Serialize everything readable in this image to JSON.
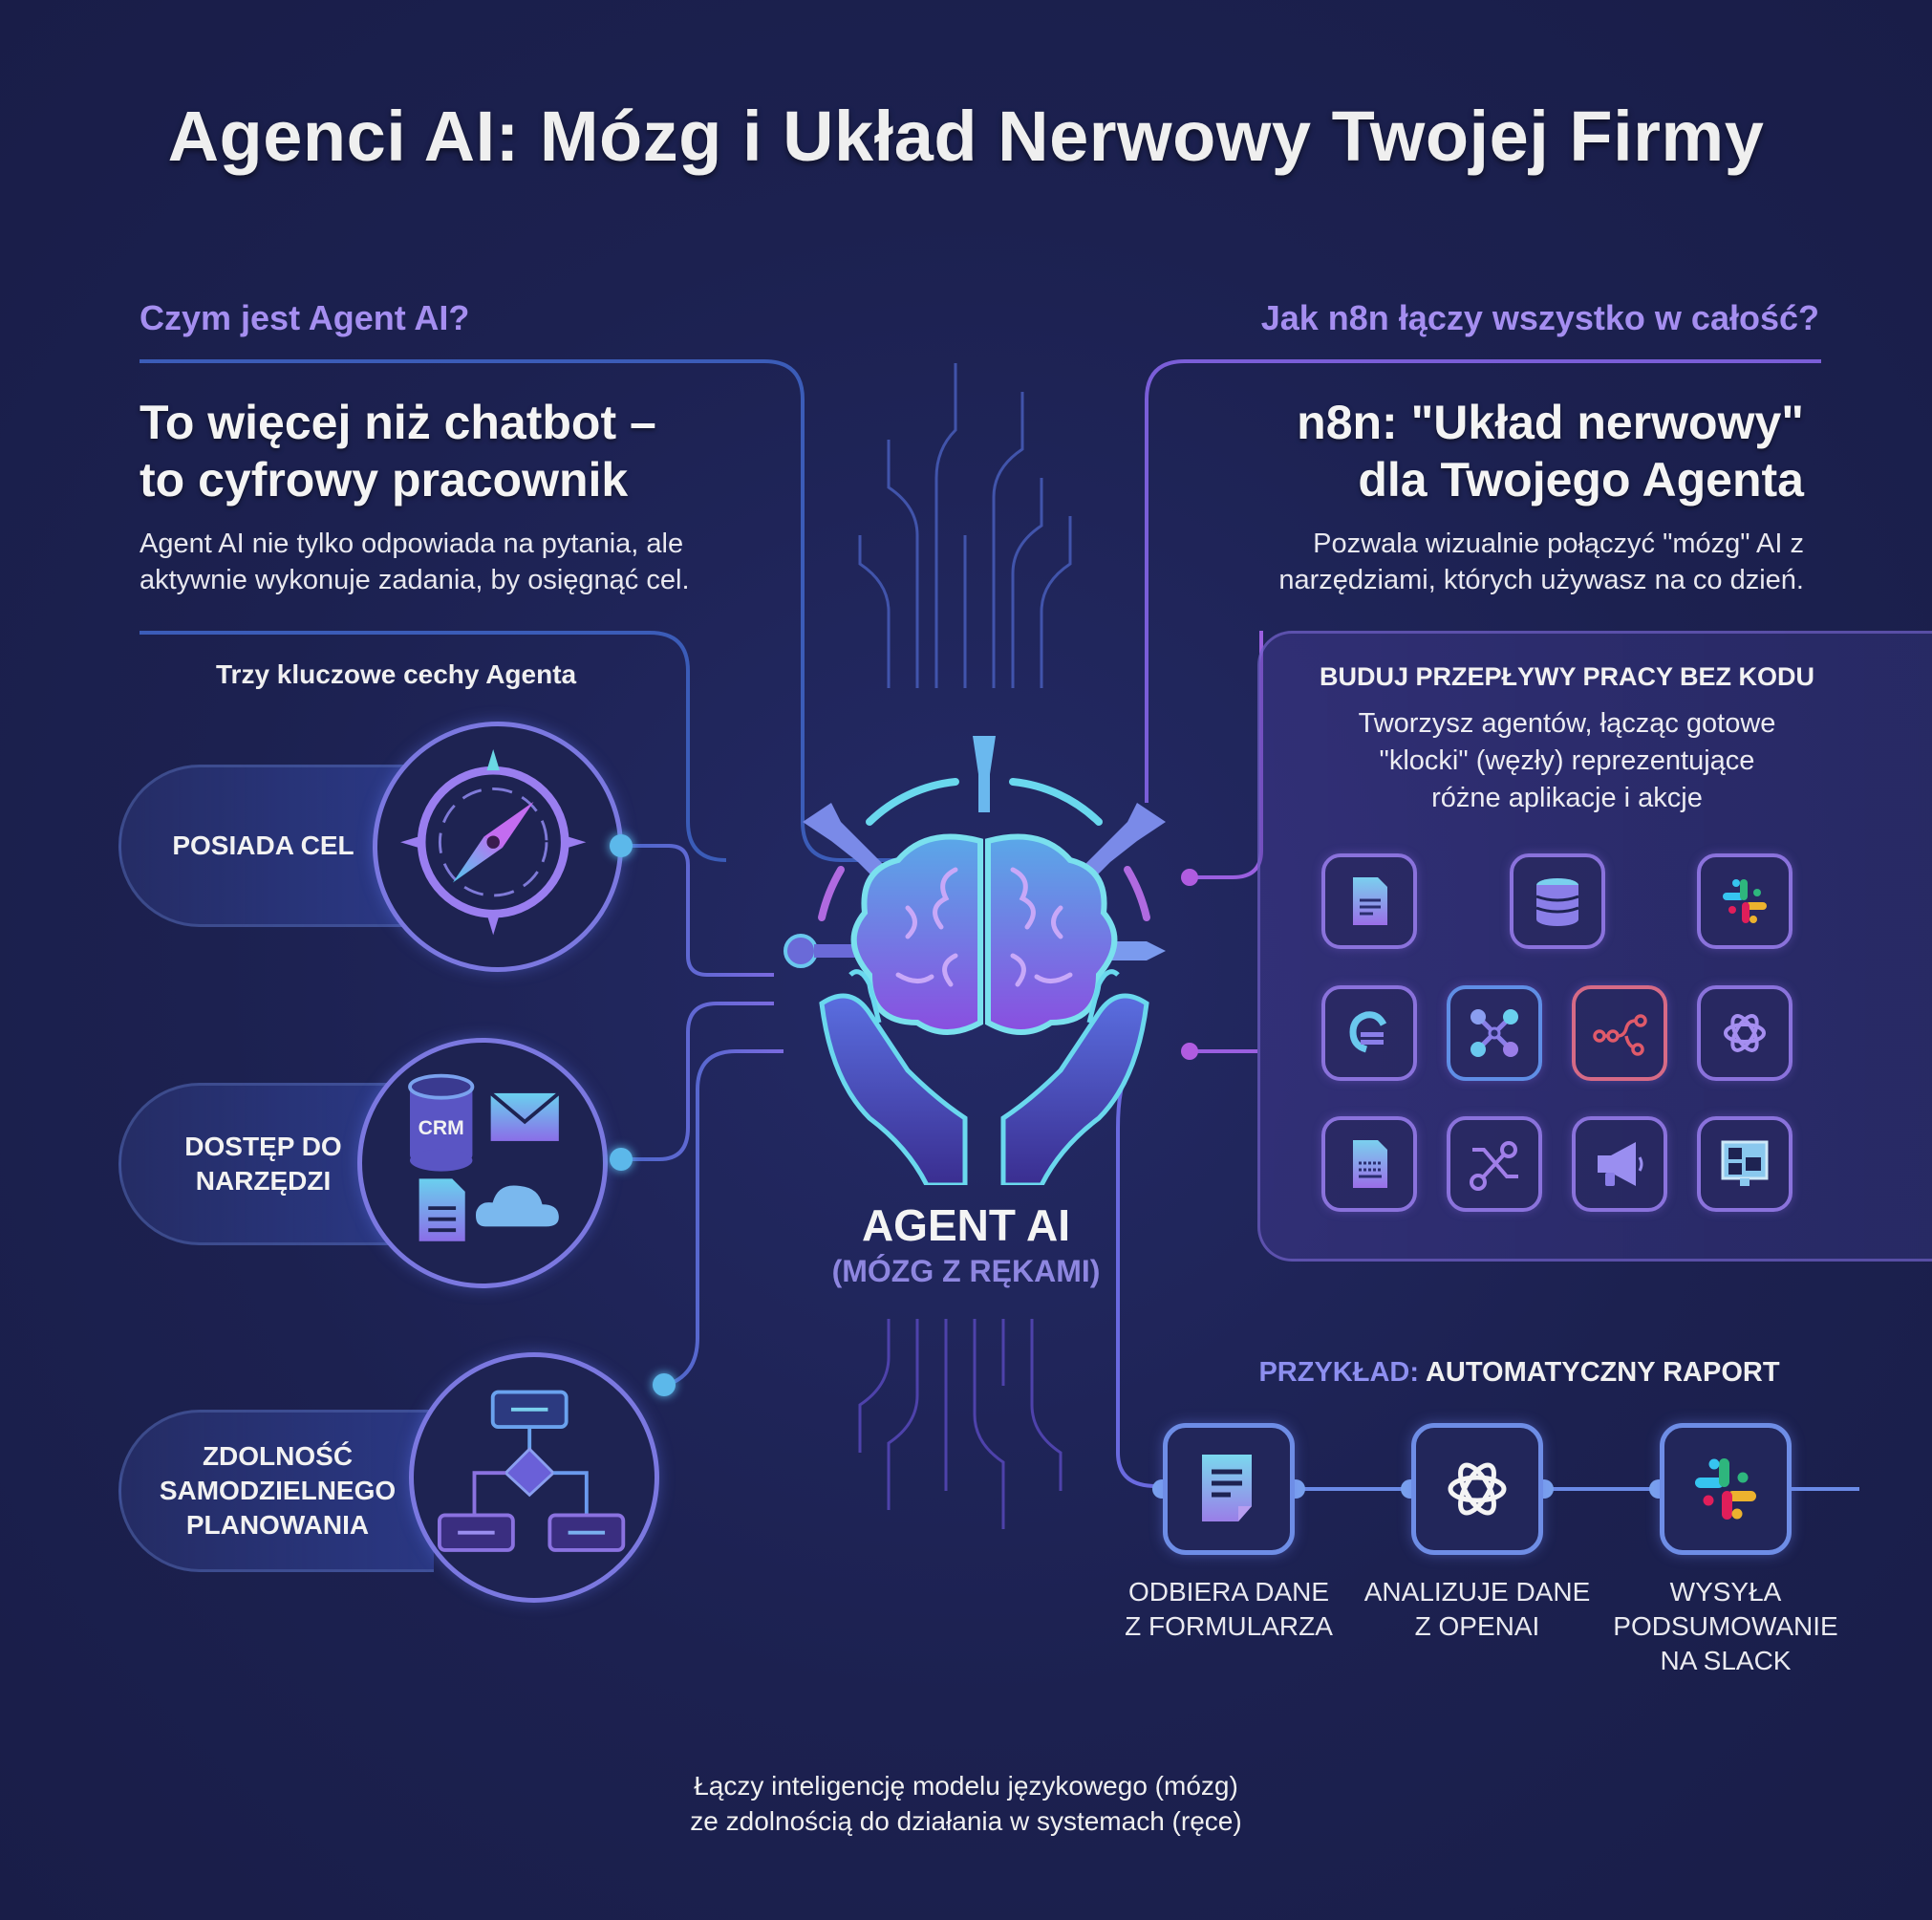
{
  "title": "Agenci AI: Mózg i Układ Nerwowy Twojej Firmy",
  "left": {
    "question": "Czym jest Agent AI?",
    "heading_line1": "To więcej niż chatbot –",
    "heading_line2": "to cyfrowy pracownik",
    "lead_line1": "Agent AI nie tylko odpowiada na pytania, ale",
    "lead_line2": "aktywnie wykonuje zadania, by osięgnąć cel.",
    "features_title": "Trzy kluczowe cechy Agenta",
    "features": [
      {
        "label": "POSIADA CEL",
        "icon": "compass-icon"
      },
      {
        "label": "DOSTĘP DO\nNARZĘDZI",
        "icon": "tools-icon",
        "crm_label": "CRM"
      },
      {
        "label": "ZDOLNOŚĆ\nSAMODZIELNEGO\nPLANOWANIA",
        "icon": "flowchart-icon"
      }
    ]
  },
  "center": {
    "label": "AGENT AI",
    "sublabel": "(MÓZG Z RĘKAMI)",
    "icon": "brain-in-hands-icon"
  },
  "right": {
    "question": "Jak n8n łączy wszystko w całość?",
    "heading_line1": "n8n: \"Układ nerwowy\"",
    "heading_line2": "dla Twojego Agenta",
    "lead_line1": "Pozwala wizualnie połączyć \"mózg\" AI z",
    "lead_line2": "narzędziami, których używasz na co dzień.",
    "panel": {
      "title": "BUDUJ PRZEPŁYWY PRACY BEZ KODU",
      "description": "Tworzysz agentów, łącząc gotowe\n\"klocki\" (węzły) reprezentujące\nróżne aplikacje i akcje",
      "nodes": [
        [
          "document-icon",
          "database-icon",
          "slack-icon"
        ],
        [
          "webhook-icon",
          "network-icon",
          "n8n-icon",
          "openai-icon"
        ],
        [
          "text-document-icon",
          "merge-icon",
          "megaphone-icon",
          "screen-icon"
        ]
      ]
    },
    "example": {
      "title_accent": "PRZYKŁAD:",
      "title_rest": " AUTOMATYCZNY RAPORT",
      "steps": [
        {
          "label": "ODBIERA DANE\nZ FORMULARZA",
          "icon": "form-icon"
        },
        {
          "label": "ANALIZUJE DANE\nZ OPENAI",
          "icon": "openai-icon"
        },
        {
          "label": "WYSYŁA\nPODSUMOWANIE\nNA SLACK",
          "icon": "slack-icon"
        }
      ]
    }
  },
  "footer": "Łączy inteligencję modelu językowego (mózg)\nze zdolnością do działania w systemach (ręce)",
  "colors": {
    "background": "#1c2150",
    "accent_purple": "#a58ef0",
    "accent_blue": "#5cb8ea",
    "node_red": "#d66a86"
  }
}
